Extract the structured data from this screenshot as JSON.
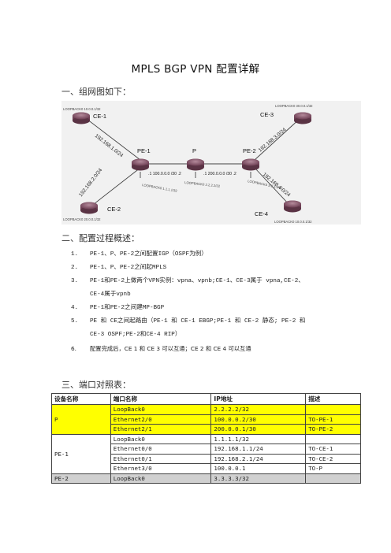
{
  "title": "MPLS BGP VPN 配置详解",
  "sections": {
    "topology": "一、组网图如下：",
    "process": "二、配置过程概述：",
    "ports": "三、端口对照表："
  },
  "topology": {
    "nodes": {
      "ce1": "CE-1",
      "ce2": "CE-2",
      "ce3": "CE-3",
      "ce4": "CE-4",
      "pe1": "PE-1",
      "p": "P",
      "pe2": "PE-2"
    },
    "loopbacks": {
      "ce1": "LOOPBACK0 10.0.0.1/32",
      "ce2": "LOOPBACK0 20.0.0.1/32",
      "ce3": "LOOPBACK0 30.0.0.1/32",
      "ce4": "LOOPBACK0 10.0.0.1/32",
      "pe1": "LOOPBACK0 1.1.1.1/32",
      "p": "LOOPBACK0 2.2.2.2/32",
      "pe2": "LOOPBACK0 3.3.3.3/32"
    },
    "networks": {
      "ce1_pe1": "192.168.1.0/24",
      "ce2_pe1": "192.168.2.0/24",
      "ce3_pe2": "192.168.3.0/24",
      "ce4_pe2": "192.168.4.0/24"
    },
    "links": {
      "pe1_p": ".1 100.0.0.0 /30 .2",
      "p_pe2": ".1 200.0.0.0 /30 .2"
    }
  },
  "steps": [
    {
      "num": "1.",
      "text": "PE-1、P、PE-2之间配置IGP（OSPF为例）"
    },
    {
      "num": "2.",
      "text": "PE-1、P、PE-2之间起MPLS"
    },
    {
      "num": "3.",
      "text": "PE-1和PE-2上做两个VPN实例：vpna、vpnb;CE-1、CE-3属于 vpna,CE-2、"
    },
    {
      "num": "",
      "text": "CE-4属于vpnb"
    },
    {
      "num": "4.",
      "text": "PE-1和PE-2之间建MP-BGP"
    },
    {
      "num": "5.",
      "text": "PE 和 CE之间起路由（PE-1 和 CE-1 EBGP;PE-1 和 CE-2 静态; PE-2 和"
    },
    {
      "num": "",
      "text": "CE-3 OSPF;PE-2和CE-4 RIP）"
    },
    {
      "num": "6.",
      "text": "配置完成后，CE 1 和 CE 3 可以互通；CE 2 和 CE 4 可以互通"
    }
  ],
  "table": {
    "headers": [
      "设备名称",
      "端口名称",
      "IP地址",
      "描述"
    ],
    "groups": [
      {
        "device": "P",
        "rows": [
          {
            "port": "LoopBack0",
            "ip": "2.2.2.2/32",
            "desc": ""
          },
          {
            "port": "Ethernet2/0",
            "ip": "100.0.0.2/30",
            "desc": "TO-PE-1"
          },
          {
            "port": "Ethernet2/1",
            "ip": "200.0.0.1/30",
            "desc": "TO-PE-2"
          }
        ]
      },
      {
        "device": "PE-1",
        "rows": [
          {
            "port": "LoopBack0",
            "ip": "1.1.1.1/32",
            "desc": ""
          },
          {
            "port": "Ethernet0/0",
            "ip": "192.168.1.1/24",
            "desc": "TO-CE-1"
          },
          {
            "port": "Ethernet0/1",
            "ip": "192.168.2.1/24",
            "desc": "TO-CE-2"
          },
          {
            "port": "Ethernet3/0",
            "ip": "100.0.0.1",
            "desc": "TO-P"
          }
        ]
      },
      {
        "device": "PE-2",
        "rows": [
          {
            "port": "LoopBack0",
            "ip": "3.3.3.3/32",
            "desc": ""
          }
        ]
      }
    ]
  },
  "colors": {
    "highlight": "#ffff00",
    "muted": "#d0d0d0",
    "router": "#8d5a6e"
  }
}
